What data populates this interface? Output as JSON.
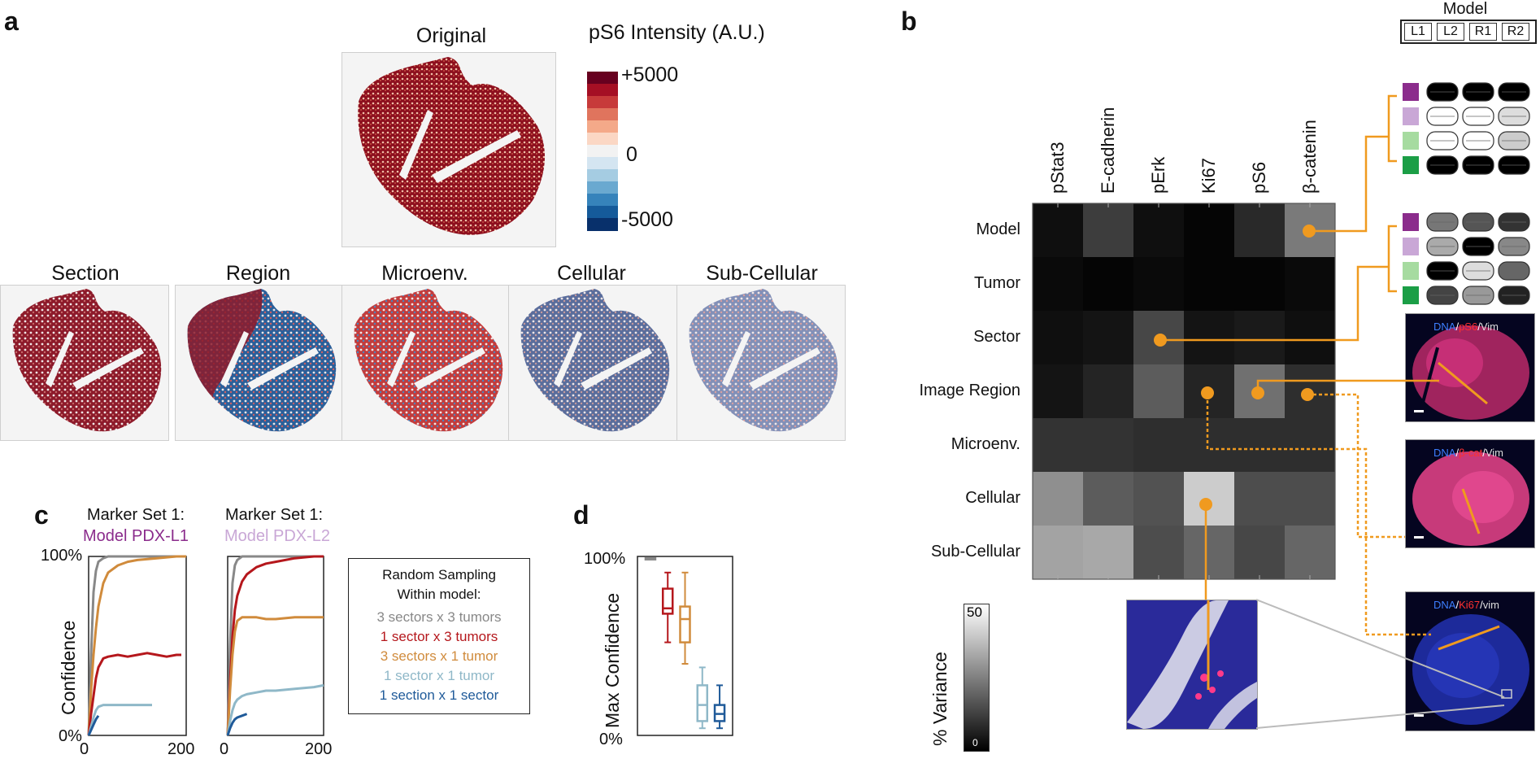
{
  "panel_a": {
    "label": "a",
    "original_title": "Original",
    "colorbar_title": "pS6 Intensity (A.U.)",
    "colorbar_ticks": [
      "+5000",
      "0",
      "-5000"
    ],
    "colorbar_colors": [
      "#67001f",
      "#a50f24",
      "#c73a3a",
      "#e0745d",
      "#f4a989",
      "#fbd7c4",
      "#f2f2f2",
      "#d4e5f1",
      "#a5cce2",
      "#6aa9d0",
      "#3683bb",
      "#155a9a",
      "#08306b"
    ],
    "components": [
      "Section",
      "Region",
      "Microenv.",
      "Cellular",
      "Sub-Cellular"
    ]
  },
  "panel_b": {
    "label": "b",
    "columns": [
      "pStat3",
      "E-cadherin",
      "pErk",
      "Ki67",
      "pS6",
      "β-catenin"
    ],
    "rows": [
      "Model",
      "Tumor",
      "Sector",
      "Image Region",
      "Microenv.",
      "Cellular",
      "Sub-Cellular"
    ],
    "values": [
      [
        3,
        12,
        3,
        1,
        8,
        24
      ],
      [
        2,
        1,
        2,
        1,
        1,
        2
      ],
      [
        3,
        4,
        14,
        4,
        5,
        3
      ],
      [
        4,
        7,
        18,
        7,
        22,
        9
      ],
      [
        10,
        10,
        9,
        9,
        9,
        9
      ],
      [
        28,
        18,
        16,
        40,
        15,
        15
      ],
      [
        32,
        33,
        15,
        20,
        14,
        20
      ]
    ],
    "colorbar_label": "% Variance",
    "colorbar_max": "50",
    "colorbar_min": "0",
    "model_legend_title": "Model",
    "models": [
      {
        "name": "L1",
        "color": "#8b2c8c"
      },
      {
        "name": "L2",
        "color": "#c9a7d6"
      },
      {
        "name": "R1",
        "color": "#a6dba0"
      },
      {
        "name": "R2",
        "color": "#1b9e46"
      }
    ],
    "fluor_labels": [
      {
        "a": "DNA",
        "b": "pS6",
        "c": "Vim",
        "sep": "/"
      },
      {
        "a": "DNA",
        "b": "β-cat",
        "c": "Vim",
        "sep": "/"
      },
      {
        "a": "DNA",
        "b": "Ki67",
        "c": "vim",
        "sep": "/"
      }
    ]
  },
  "panel_c": {
    "label": "c",
    "chart_data": [
      {
        "type": "line",
        "title_line1": "Marker Set 1:",
        "title_line2": "Model PDX-L1",
        "ylabel": "Confidence",
        "yticks": [
          "100%",
          "0%"
        ],
        "xticks": [
          "0",
          "200"
        ],
        "xlim": [
          0,
          200
        ],
        "ylim": [
          0,
          100
        ],
        "series": [
          {
            "color": "#888888",
            "x": [
              0,
              5,
              10,
              15,
              20,
              30,
              40,
              60,
              80,
              100,
              140,
              180,
              200
            ],
            "y": [
              0,
              45,
              80,
              92,
              97,
              99,
              100,
              100,
              100,
              100,
              100,
              100,
              100
            ]
          },
          {
            "color": "#d08b3c",
            "x": [
              0,
              5,
              10,
              15,
              20,
              30,
              40,
              60,
              80,
              100,
              140,
              180,
              200
            ],
            "y": [
              0,
              25,
              45,
              60,
              72,
              85,
              91,
              95,
              97,
              98,
              99,
              100,
              100
            ]
          },
          {
            "color": "#b5171c",
            "x": [
              0,
              5,
              10,
              15,
              20,
              30,
              40,
              60,
              80,
              100,
              120,
              140,
              160,
              180,
              190
            ],
            "y": [
              0,
              12,
              22,
              32,
              38,
              43,
              44,
              45,
              44,
              45,
              46,
              45,
              44,
              45,
              45
            ]
          },
          {
            "color": "#8fb8c8",
            "x": [
              0,
              5,
              10,
              15,
              20,
              30,
              40,
              60,
              80,
              100,
              120,
              130
            ],
            "y": [
              0,
              5,
              10,
              14,
              16,
              17,
              17,
              17,
              17,
              17,
              17,
              17
            ]
          },
          {
            "color": "#1f5a99",
            "x": [
              0,
              5,
              10,
              15,
              20
            ],
            "y": [
              0,
              3,
              6,
              9,
              11
            ]
          }
        ]
      },
      {
        "type": "line",
        "title_line1": "Marker Set 1:",
        "title_line2": "Model PDX-L2",
        "xticks": [
          "0",
          "200"
        ],
        "xlim": [
          0,
          200
        ],
        "ylim": [
          0,
          100
        ],
        "series": [
          {
            "color": "#888888",
            "x": [
              0,
              5,
              10,
              15,
              20,
              30,
              40,
              60,
              100,
              200
            ],
            "y": [
              0,
              50,
              85,
              95,
              98,
              100,
              100,
              100,
              100,
              100
            ]
          },
          {
            "color": "#b5171c",
            "x": [
              0,
              5,
              10,
              15,
              20,
              30,
              40,
              60,
              80,
              100,
              140,
              180,
              200
            ],
            "y": [
              0,
              30,
              55,
              70,
              78,
              86,
              90,
              94,
              96,
              97,
              99,
              100,
              100
            ]
          },
          {
            "color": "#d08b3c",
            "x": [
              0,
              5,
              10,
              15,
              20,
              30,
              40,
              60,
              80,
              100,
              140,
              180,
              200
            ],
            "y": [
              0,
              25,
              45,
              58,
              64,
              66,
              66,
              66,
              65,
              65,
              66,
              66,
              66
            ]
          },
          {
            "color": "#8fb8c8",
            "x": [
              0,
              5,
              10,
              15,
              20,
              30,
              40,
              60,
              80,
              100,
              140,
              180,
              200
            ],
            "y": [
              0,
              8,
              14,
              18,
              20,
              22,
              23,
              24,
              25,
              25,
              26,
              27,
              28
            ]
          },
          {
            "color": "#1f5a99",
            "x": [
              0,
              5,
              10,
              15,
              20,
              30,
              40
            ],
            "y": [
              0,
              4,
              7,
              9,
              10,
              11,
              12
            ]
          }
        ]
      }
    ],
    "legend": {
      "title_line1": "Random Sampling",
      "title_line2": "Within model:",
      "items": [
        {
          "text": "3 sectors x 3 tumors",
          "color": "#888888"
        },
        {
          "text": "1 sector x 3 tumors",
          "color": "#b5171c"
        },
        {
          "text": "3 sectors x 1 tumor",
          "color": "#d08b3c"
        },
        {
          "text": "1 sector x 1 tumor",
          "color": "#8fb8c8"
        },
        {
          "text": "1 section x 1 sector",
          "color": "#1f5a99"
        }
      ]
    }
  },
  "panel_d": {
    "label": "d",
    "chart_data": {
      "type": "box",
      "ylabel": "Max Confidence",
      "yticks": [
        "100%",
        "0%"
      ],
      "ylim": [
        0,
        100
      ],
      "boxes": [
        {
          "color": "#888888",
          "min": 99,
          "q1": 99,
          "median": 99,
          "q3": 99,
          "max": 99
        },
        {
          "color": "#b5171c",
          "min": 52,
          "q1": 68,
          "median": 71,
          "q3": 82,
          "max": 91
        },
        {
          "color": "#d08b3c",
          "min": 40,
          "q1": 52,
          "median": 65,
          "q3": 72,
          "max": 91
        },
        {
          "color": "#8fb8c8",
          "min": 4,
          "q1": 8,
          "median": 17,
          "q3": 28,
          "max": 38
        },
        {
          "color": "#1f5a99",
          "min": 4,
          "q1": 8,
          "median": 12,
          "q3": 17,
          "max": 28
        }
      ]
    }
  }
}
